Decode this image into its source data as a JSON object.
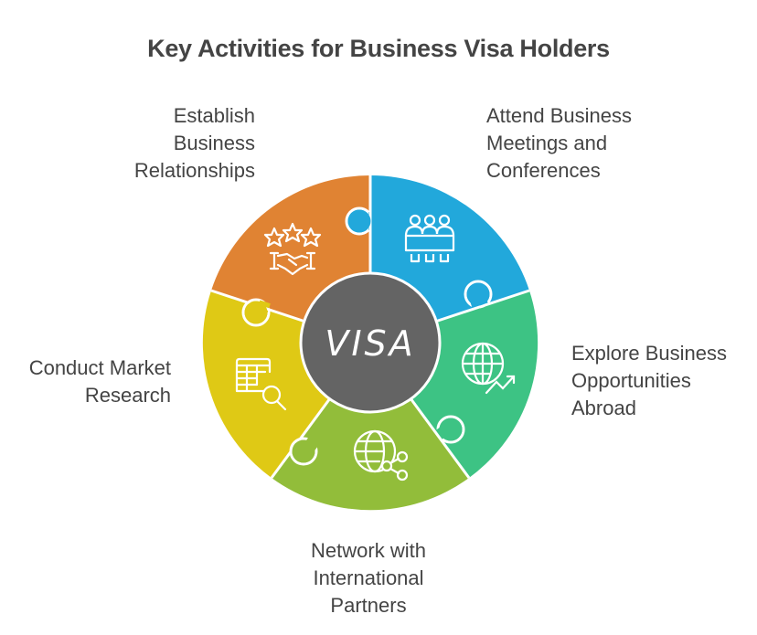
{
  "title": "Key Activities for Business Visa Holders",
  "center": {
    "label": "VISA",
    "color": "#646464"
  },
  "segments": [
    {
      "id": "establish",
      "lines": [
        "Establish",
        "Business",
        "Relationships"
      ],
      "color": "#E08333",
      "icon": "stars-handshake-icon"
    },
    {
      "id": "attend",
      "lines": [
        "Attend Business",
        "Meetings and",
        "Conferences"
      ],
      "color": "#22A8DB",
      "icon": "meeting-table-icon"
    },
    {
      "id": "explore",
      "lines": [
        "Explore Business",
        "Opportunities",
        "Abroad"
      ],
      "color": "#3DC384",
      "icon": "globe-growth-icon"
    },
    {
      "id": "network",
      "lines": [
        "Network with",
        "International",
        "Partners"
      ],
      "color": "#92BD3A",
      "icon": "globe-share-icon"
    },
    {
      "id": "research",
      "lines": [
        "Conduct Market",
        "Research"
      ],
      "color": "#DFC915",
      "icon": "table-search-icon"
    }
  ]
}
